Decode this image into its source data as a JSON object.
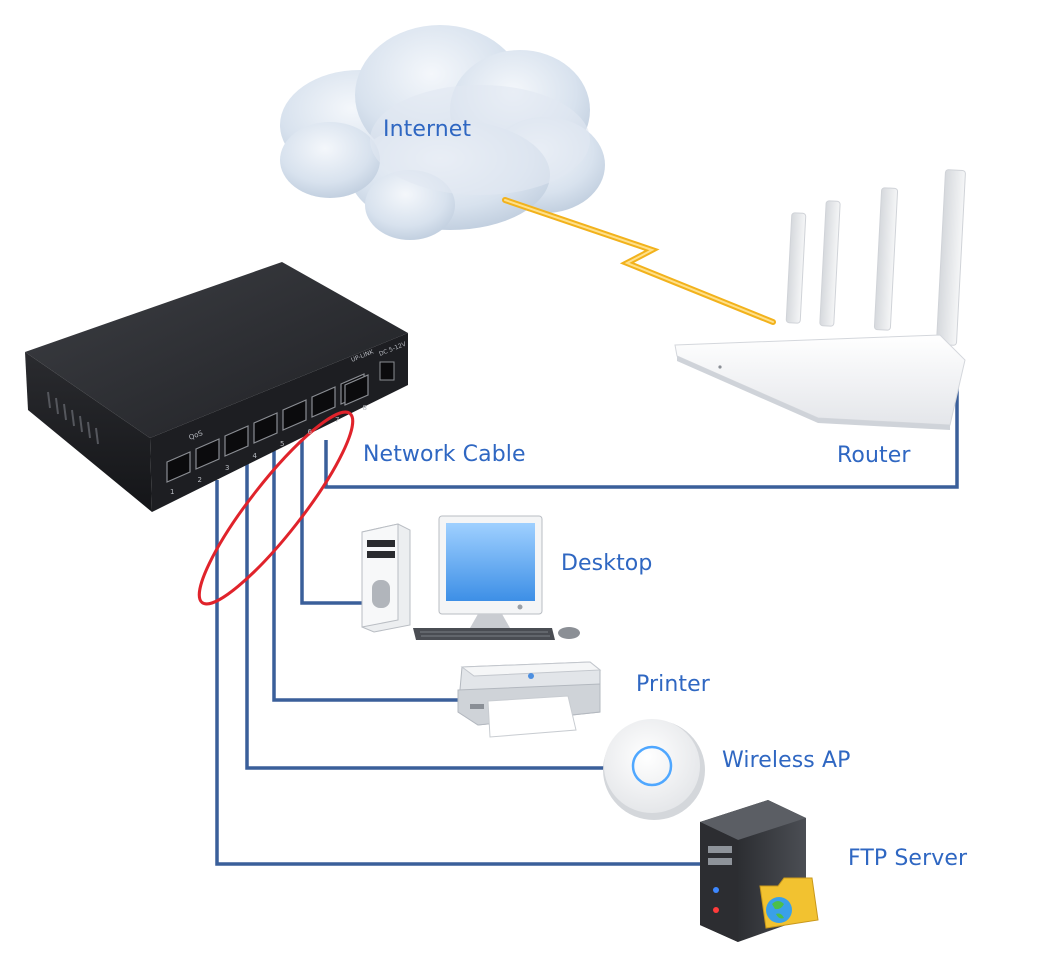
{
  "labels": {
    "internet": "Internet",
    "network_cable": "Network Cable",
    "router": "Router",
    "desktop": "Desktop",
    "printer": "Printer",
    "wireless_ap": "Wireless AP",
    "ftp_server": "FTP Server"
  },
  "switch": {
    "qos_label": "QoS",
    "uplink_label": "UP-LINK",
    "power_label": "DC 5-12V",
    "port_numbers": [
      "1",
      "2",
      "3",
      "4",
      "5",
      "6",
      "7",
      "8"
    ]
  },
  "colors": {
    "label": "#2f67c2",
    "cable": "#3a5f9a",
    "highlight_ring": "#e0232b",
    "wireless_link": "#f2b21c",
    "cloud": "#cfdbe9"
  },
  "icons": {
    "cloud": "cloud-icon",
    "router": "router-icon",
    "switch": "switch-icon",
    "desktop": "desktop-icon",
    "printer": "printer-icon",
    "access_point": "access-point-icon",
    "server": "server-icon"
  }
}
